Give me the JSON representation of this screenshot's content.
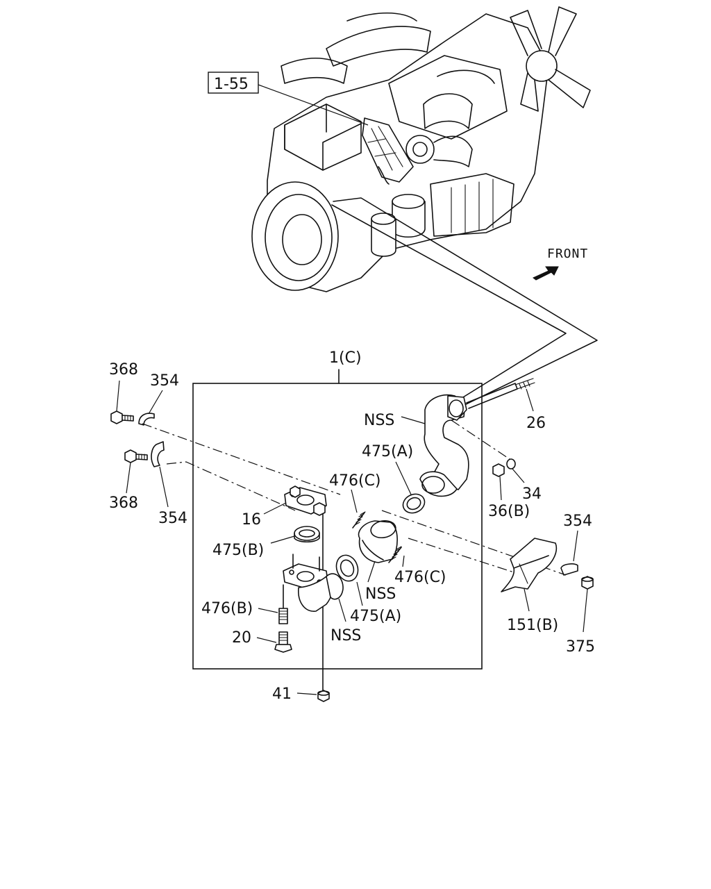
{
  "callouts": {
    "ref_1_55": "1-55",
    "front": "FRONT",
    "assembly_1c": "1(C)",
    "p368_top": "368",
    "p354_top": "354",
    "p368_bottom": "368",
    "p354_bottom": "354",
    "p16": "16",
    "p475b": "475(B)",
    "p476b": "476(B)",
    "p20": "20",
    "p41": "41",
    "nss_elbow": "NSS",
    "p475a_lower": "475(A)",
    "nss_left": "NSS",
    "p476c_upper": "476(C)",
    "nss_sleeve": "NSS",
    "p475a_upper": "475(A)",
    "nss_top": "NSS",
    "p26": "26",
    "p34": "34",
    "p36b": "36(B)",
    "p476c_lower": "476(C)",
    "p354_right": "354",
    "p151b": "151(B)",
    "p375": "375"
  }
}
